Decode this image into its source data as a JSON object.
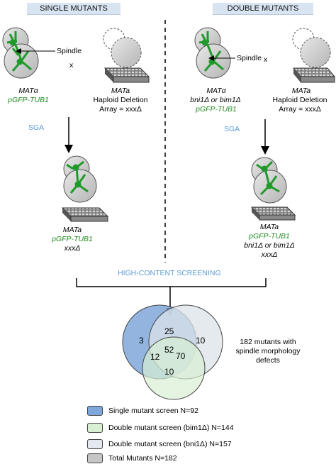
{
  "headers": {
    "single": "SINGLE MUTANTS",
    "double": "DOUBLE MUTANTS"
  },
  "spindle_label": "Spindle",
  "cross_mark": "x",
  "single": {
    "mat_alpha": "MATα",
    "plasmid": "pGFP-TUB1",
    "mat_a": "MATa",
    "deletion_line1": "Haploid Deletion",
    "deletion_line2": "Array = xxxΔ",
    "sga": "SGA",
    "result_mat": "MATa",
    "result_plasmid": "pGFP-TUB1",
    "result_deletion": "xxxΔ"
  },
  "double": {
    "mat_alpha": "MATα",
    "genotype": "bni1Δ or bim1Δ",
    "plasmid": "pGFP-TUB1",
    "mat_a": "MATa",
    "deletion_line1": "Haploid Deletion",
    "deletion_line2": "Array = xxxΔ",
    "sga": "SGA",
    "result_mat": "MATa",
    "result_plasmid": "pGFP-TUB1",
    "result_genotype": "bni1Δ or bim1Δ",
    "result_deletion": "xxxΔ"
  },
  "hcs": "HIGH-CONTENT SCREENING",
  "venn": {
    "regions": {
      "single_only": "3",
      "single_bim": "25",
      "bim_only": "10",
      "center": "52",
      "bim_bni": "70",
      "single_bni": "12",
      "bni_only": "10"
    },
    "colors": {
      "single": "#7fa7d9",
      "bni": "#d9efd3",
      "bim": "#dce3ea"
    }
  },
  "summary_line1": "182 mutants with",
  "summary_line2": "spindle morphology",
  "summary_line3": "defects",
  "legend": [
    {
      "label": "Single mutant screen N=92",
      "color": "#7fa7d9"
    },
    {
      "label": "Double mutant screen (bim1Δ) N=144",
      "color": "#d9efd3"
    },
    {
      "label": "Double mutant screen (bni1Δ) N=157",
      "color": "#e4e9ef"
    },
    {
      "label": "Total Mutants N=182",
      "color": "#c6c6c6"
    }
  ]
}
